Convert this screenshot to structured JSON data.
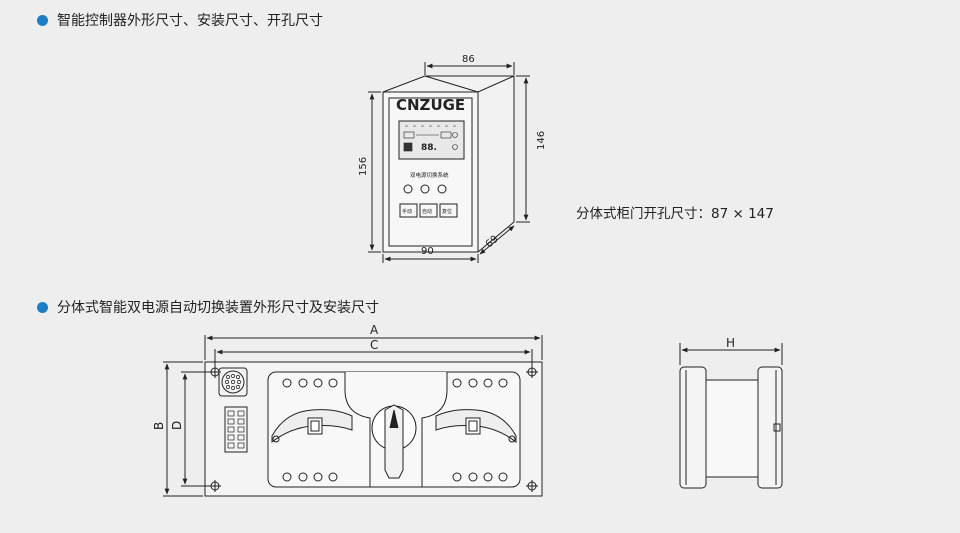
{
  "sections": {
    "controller_title": "智能控制器外形尺寸、安装尺寸、开孔尺寸",
    "switch_title": "分体式智能双电源自动切换装置外形尺寸及安装尺寸"
  },
  "controller": {
    "brand": "CNZUGE",
    "system_label": "双电源切换系统",
    "lcd_digits": "88.",
    "buttons": [
      "手动",
      "自动",
      "复位"
    ],
    "dims": {
      "top_width": "86",
      "height_front": "156",
      "height_side": "146",
      "bottom_width": "90",
      "depth": "69"
    },
    "cutout_label": "分体式柜门开孔尺寸：87 × 147"
  },
  "switch": {
    "dims": {
      "A": "A",
      "C": "C",
      "B": "B",
      "D": "D",
      "H": "H"
    }
  },
  "colors": {
    "bullet": "#1a7fc4",
    "line": "#222222"
  }
}
